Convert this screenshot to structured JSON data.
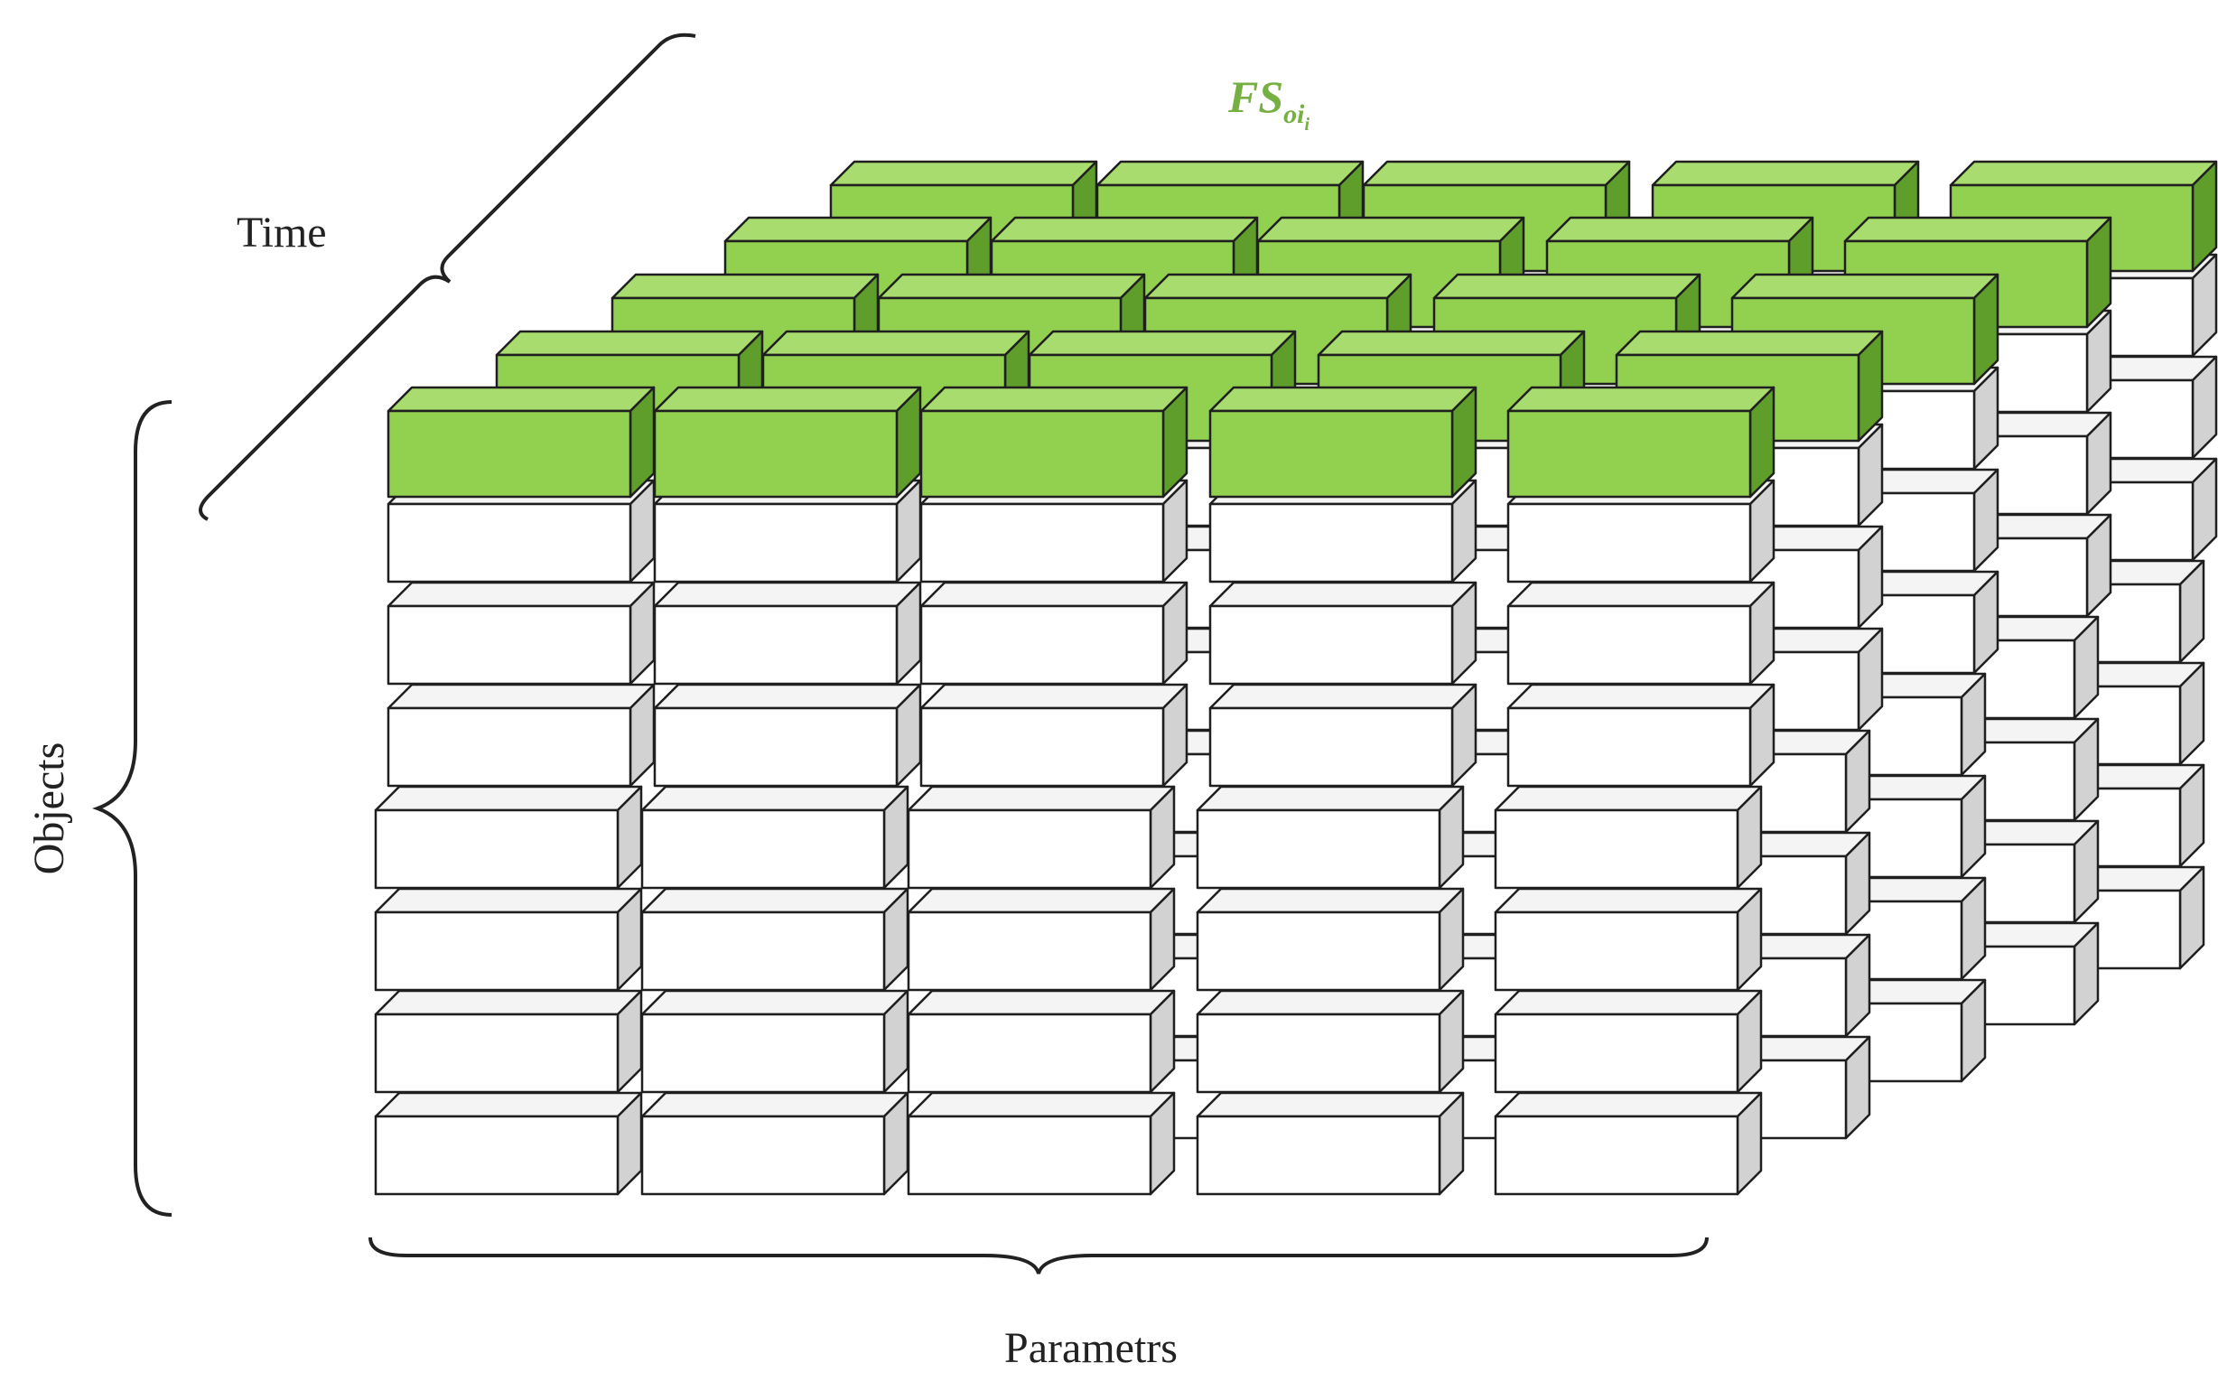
{
  "labels": {
    "time": "Time",
    "objects": "Objects",
    "parameters": "Parametrs",
    "fs_main": "FS",
    "fs_sub": "oi",
    "fs_subsub": "i"
  },
  "grid": {
    "layers": 5,
    "columns": 5,
    "object_rows": 7
  },
  "colors": {
    "green_front": "#92d050",
    "green_top": "#a9dc6e",
    "green_side": "#5f9e2a",
    "white_front": "#ffffff",
    "white_top": "#f4f4f4",
    "white_side": "#d2d2d2",
    "stroke": "#1f1f1f",
    "fs_label": "#76b043"
  }
}
